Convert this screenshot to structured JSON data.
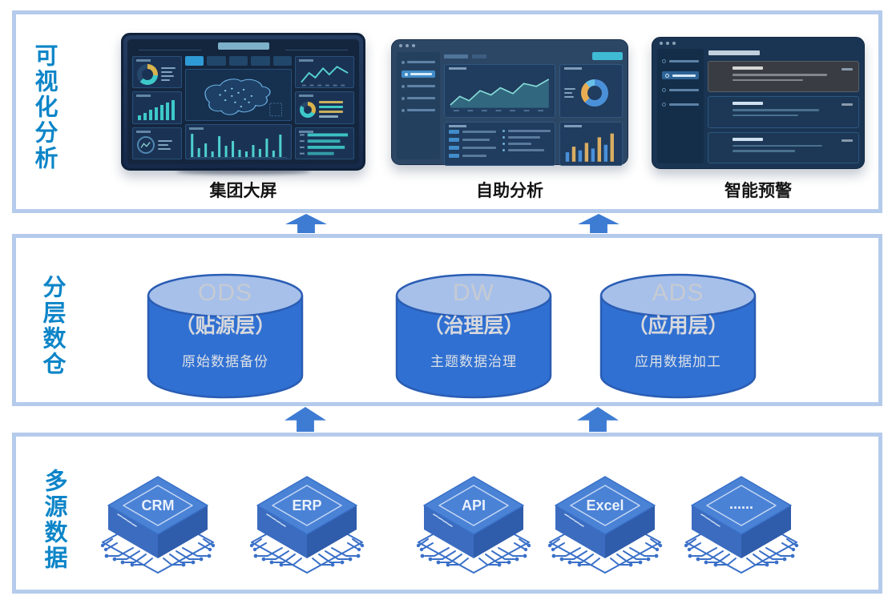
{
  "layers": {
    "visualization": {
      "label": "可视化分析",
      "items": [
        {
          "label": "集团大屏"
        },
        {
          "label": "自助分析"
        },
        {
          "label": "智能预警"
        }
      ]
    },
    "warehouse": {
      "label": "分层数仓",
      "cylinders": [
        {
          "name": "ODS",
          "alias": "（贴源层）",
          "desc": "原始数据备份"
        },
        {
          "name": "DW",
          "alias": "（治理层）",
          "desc": "主题数据治理"
        },
        {
          "name": "ADS",
          "alias": "（应用层）",
          "desc": "应用数据加工"
        }
      ]
    },
    "sources": {
      "label": "多源数据",
      "chips": [
        {
          "label": "CRM"
        },
        {
          "label": "ERP"
        },
        {
          "label": "API"
        },
        {
          "label": "Excel"
        },
        {
          "label": "......"
        }
      ]
    }
  },
  "colors": {
    "section_border": "#b5cbec",
    "vertical_label_blue": "#0d85c8",
    "arrow_blue": "#3e7cd3",
    "cylinder_body": "#3070d2",
    "cylinder_top": "#a6c0ea",
    "cylinder_outline": "#2a5db4",
    "chip_blue": "#4a82d6",
    "screen_navy": "#14263e",
    "accent_teal": "#3ec9c9",
    "accent_yellow": "#d9b34c",
    "accent_orange": "#e8a33d",
    "accent_blue": "#4a90d9",
    "button_cyan": "#3fbcd4",
    "item_label_black": "#141414"
  }
}
